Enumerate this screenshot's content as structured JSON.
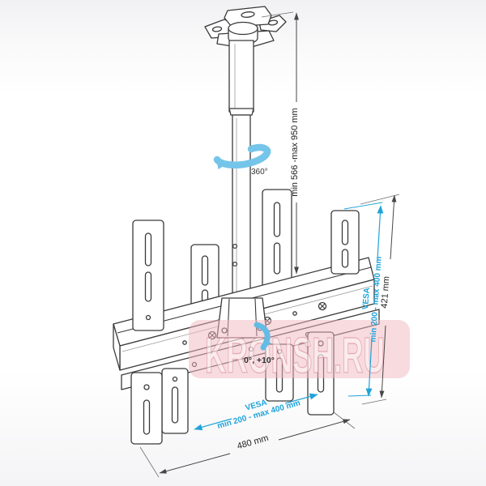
{
  "diagram": {
    "type": "product-technical-drawing",
    "subject": "ceiling TV mount with telescopic column and dual VESA rails"
  },
  "labels": {
    "height_dim": "min 566 -max 950 mm",
    "rotation": "360°",
    "tilt": "0°, +10°",
    "vesa_side_title": "VESA",
    "vesa_side_range": "min 200 - max 400 mm",
    "depth_dim": "421 mm",
    "vesa_bottom_title": "VESA",
    "vesa_bottom_range": "min 200 - max 400 mm",
    "width_dim": "480 mm"
  },
  "watermark": {
    "text": "KRONSH.RU"
  },
  "icons": {
    "rotation_arrow": "rotation-arrow-icon",
    "tilt_arrow": "tilt-arrow-icon"
  },
  "colors": {
    "accent_blue": "#1fa3da",
    "line_dark": "#3a3a3a",
    "watermark_band": "#f0b7c0",
    "watermark_text": "#d7808e"
  }
}
